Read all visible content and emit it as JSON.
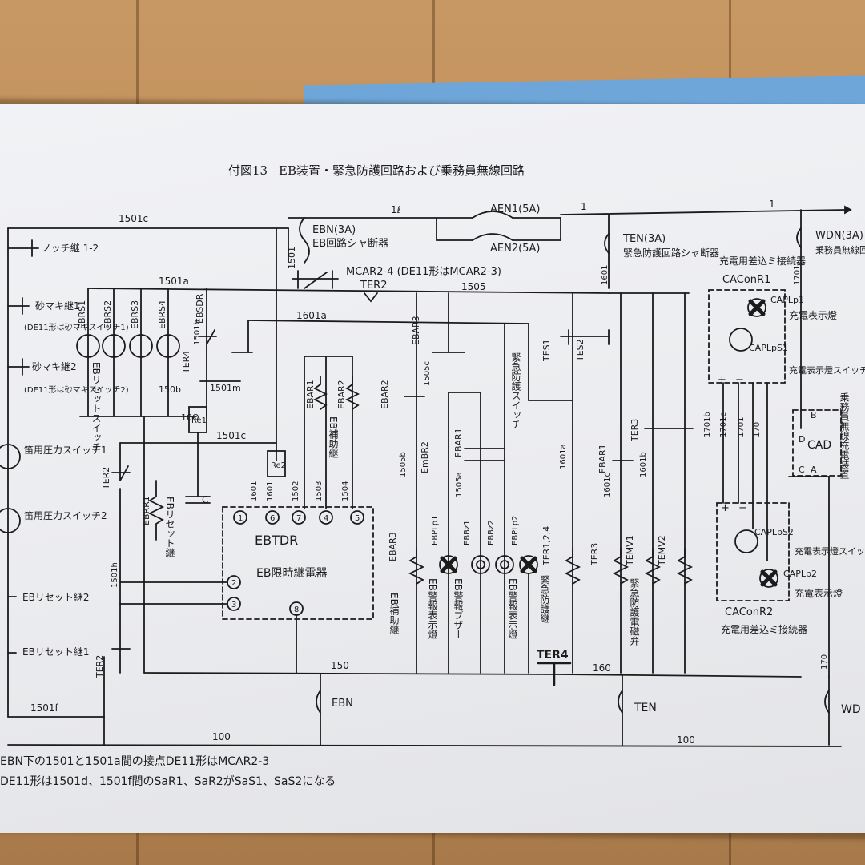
{
  "figure": {
    "number": "付図13",
    "title": "EB装置・緊急防護回路および乗務員無線回路"
  },
  "top_labels": {
    "wire_1501c": "1501c",
    "wire_1l": "1ℓ",
    "aen1": "AEN1(5A)",
    "aen2": "AEN2(5A)",
    "wire_1_a": "1",
    "wire_1_b": "1"
  },
  "left_column": {
    "notch": "ノッチ継 1-2",
    "sand1": "砂マキ継1",
    "sand1_note": "(DE11形は砂マキスイッチ1)",
    "sand2": "砂マキ継2",
    "sand2_note": "(DE11形は砂マキスイッチ2)",
    "whistle1": "笛用圧力スイッチ1",
    "whistle2": "笛用圧力スイッチ2",
    "reset2": "EBリセット継2",
    "reset1": "EBリセット継1",
    "wire_1501f": "1501f"
  },
  "eb_section": {
    "ebn_label": "EBN(3A)",
    "ebn_desc": "EB回路シャ断器",
    "mcar": "MCAR2-4 (DE11形はMCAR2-3)",
    "wire_1501": "1501",
    "ter2_top": "TER2",
    "wire_1501a": "1501a",
    "wire_1505": "1505",
    "wire_1601a": "1601a",
    "ebrs": [
      "EBRS1",
      "EBRS2",
      "EBRS3",
      "EBRS4"
    ],
    "ebsdr": "EBSDR",
    "ter4": "TER4",
    "wire_1501b": "1501b",
    "reset_switch": "EBリセットスイッチ",
    "wire_1501m": "1501m",
    "wire_1501c_mid": "1501c",
    "wire_150b": "150b",
    "res_10": "10Ω",
    "rel": "Re1",
    "re2": "Re2",
    "cap_c": "C",
    "ter2_mid": "TER2",
    "ebrr1": "EBRR1",
    "eb_stop": "EBリセット継",
    "wire_1501h": "1501h",
    "ter2_low": "TER2",
    "ebar1": "EBAR1",
    "ebar2": "EBAR2",
    "eb_aux": "EB補助継",
    "wires_low": [
      "1601",
      "1502",
      "1503",
      "1504"
    ],
    "wire_1601_left": "1601",
    "terminals_top": [
      "1",
      "6",
      "7",
      "4",
      "5"
    ],
    "terminals_left": [
      "2",
      "3"
    ],
    "terminal_bottom": "8",
    "ebtdr": "EBTDR",
    "ebtdr_desc": "EB限時継電器"
  },
  "middle_section": {
    "ebar3_top": "EBAR3",
    "ebar2_mid": "EBAR2",
    "wire_1505c": "1505c",
    "embr2": "EmBR2",
    "ebar1_mid": "EBAR1",
    "wire_1505b": "1505b",
    "wire_1505a": "1505a",
    "ebar3_low": "EBAR3",
    "eb_aux_relay": "EB補助継",
    "ebplp1": "EBPLp1",
    "eb_alarm_lamp1": "EB警報表示燈",
    "ebbz1": "EBBz1",
    "ebbz2": "EBBz2",
    "eb_buzzer": "EB警報ブザー",
    "ebplp2": "EBPLp2",
    "eb_alarm_lamp2": "EB警報表示燈",
    "ter124": "TER1,2,4",
    "emergency_relay": "緊急防護継",
    "ter4_low": "TER4",
    "tes1": "TES1",
    "tes2": "TES2",
    "emergency_switch": "緊急防護スイッチ",
    "wire_1601a_v": "1601a"
  },
  "ten_section": {
    "ten_label": "TEN(3A)",
    "ten_desc": "緊急防護回路シャ断器",
    "wire_1601": "1601",
    "ter3_top": "TER3",
    "ebar1": "EBAR1",
    "wire_1601c": "1601c",
    "wire_1601b": "1601b",
    "ter3_low": "TER3",
    "temv1": "TEMV1",
    "temv2": "TEMV2",
    "valve": "緊急防護電磁弁",
    "wire_160": "160",
    "ten_switch": "TEN",
    "wire_150": "150",
    "ebn_switch": "EBN",
    "wire_100_left": "100",
    "wire_100_right": "100"
  },
  "right_section": {
    "wdn": "WDN(3A)",
    "wdn_desc": "乗務員無線回路シャ断",
    "wire_1701": "1701",
    "conn1_title": "充電用差込ミ接続器",
    "caconr1": "CAConR1",
    "caplp1": "CAPLp1",
    "caplp1_desc": "充電表示燈",
    "caplps1": "CAPLpS1",
    "caplps1_desc": "充電表示燈スイッチ",
    "plus": "+",
    "minus": "−",
    "wires": [
      "1701b",
      "1701c",
      "1701",
      "170"
    ],
    "cad": "CAD",
    "pin_b": "B",
    "pin_d": "D",
    "pin_c": "C",
    "pin_a": "A",
    "charger": "乗務員無線充電装置",
    "caplps2": "CAPLpS2",
    "caplps2_desc": "充電表示燈スイッチ",
    "caplp2": "CAPLp2",
    "caplp2_desc": "充電表示燈",
    "caconr2": "CAConR2",
    "conn2_title": "充電用差込ミ接続器",
    "wire_170": "170",
    "wd_switch": "WD"
  },
  "notes": [
    "EBN下の1501と1501a間の接点DE11形はMCAR2-3",
    "DE11形は1501d、1501f間のSaR1、SaR2がSaS1、SaS2になる"
  ]
}
